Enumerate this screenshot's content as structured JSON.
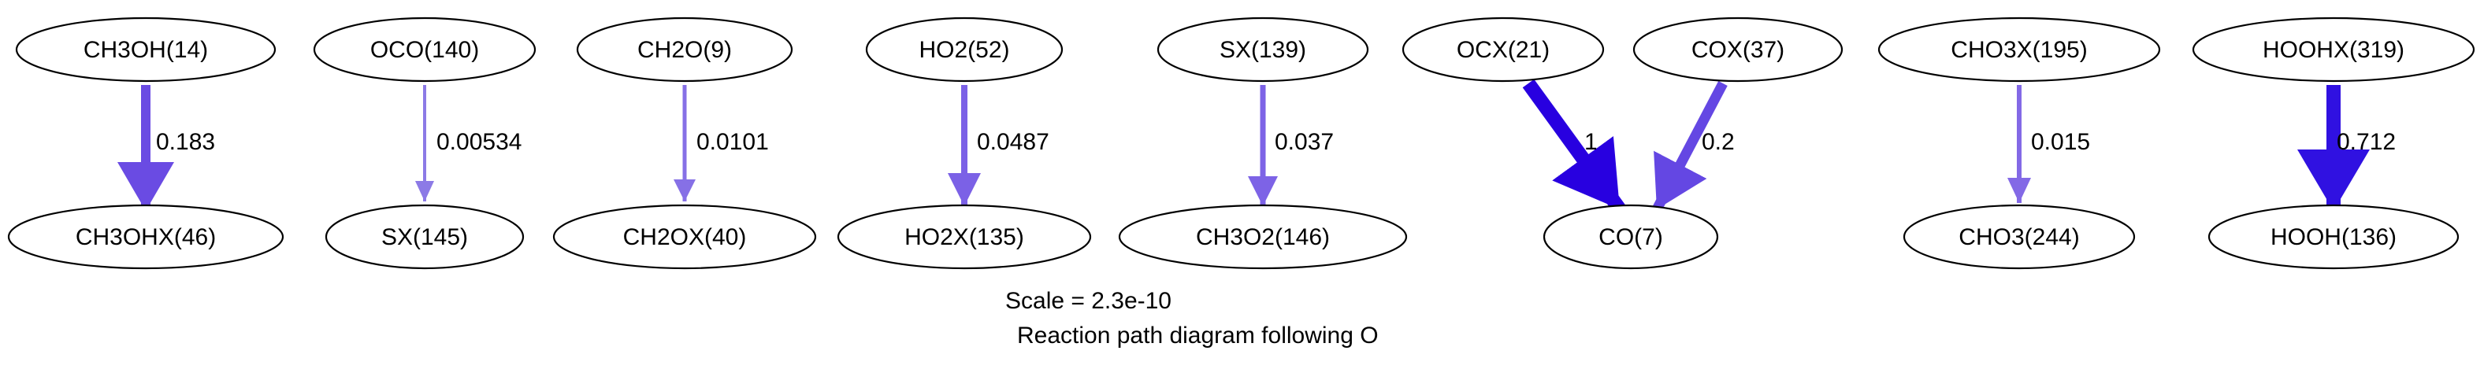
{
  "diagram": {
    "scale_label": "Scale = 2.3e-10",
    "caption": "Reaction path diagram following O",
    "nodes": {
      "ch3oh": "CH3OH(14)",
      "ch3ohx": "CH3OHX(46)",
      "oco": "OCO(140)",
      "sx145": "SX(145)",
      "ch2o": "CH2O(9)",
      "ch2ox": "CH2OX(40)",
      "ho2": "HO2(52)",
      "ho2x": "HO2X(135)",
      "sx139": "SX(139)",
      "ch3o2": "CH3O2(146)",
      "ocx": "OCX(21)",
      "cox": "COX(37)",
      "co": "CO(7)",
      "cho3x": "CHO3X(195)",
      "cho3": "CHO3(244)",
      "hoohx": "HOOHX(319)",
      "hooh": "HOOH(136)"
    },
    "edges": [
      {
        "id": "e1",
        "from": "ch3oh",
        "to": "ch3ohx",
        "label": "0.183",
        "color": "#6a4be3"
      },
      {
        "id": "e2",
        "from": "oco",
        "to": "sx145",
        "label": "0.00534",
        "color": "#8c7ae6"
      },
      {
        "id": "e3",
        "from": "ch2o",
        "to": "ch2ox",
        "label": "0.0101",
        "color": "#8670e6"
      },
      {
        "id": "e4",
        "from": "ho2",
        "to": "ho2x",
        "label": "0.0487",
        "color": "#7b61e6"
      },
      {
        "id": "e5",
        "from": "sx139",
        "to": "ch3o2",
        "label": "0.037",
        "color": "#7d63e6"
      },
      {
        "id": "e6",
        "from": "ocx",
        "to": "co",
        "label": "1",
        "color": "#2800e0"
      },
      {
        "id": "e7",
        "from": "cox",
        "to": "co",
        "label": "0.2",
        "color": "#6447e3"
      },
      {
        "id": "e8",
        "from": "cho3x",
        "to": "cho3",
        "label": "0.015",
        "color": "#8369e6"
      },
      {
        "id": "e9",
        "from": "hoohx",
        "to": "hooh",
        "label": "0.712",
        "color": "#3011e1"
      }
    ]
  }
}
